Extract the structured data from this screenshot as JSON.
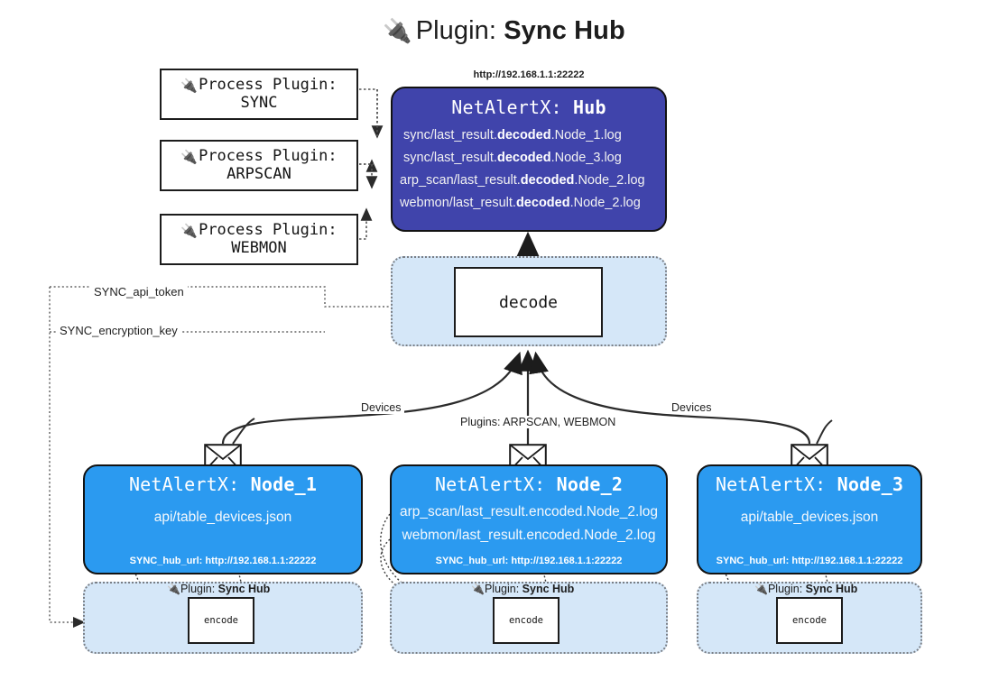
{
  "header": {
    "icon": "plug-icon",
    "prefix": "Plugin:",
    "name": "Sync Hub"
  },
  "process_plugins": [
    {
      "icon": "plug-icon",
      "caption": "Process Plugin:",
      "name": "SYNC"
    },
    {
      "icon": "plug-icon",
      "caption": "Process Plugin:",
      "name": "ARPSCAN"
    },
    {
      "icon": "plug-icon",
      "caption": "Process Plugin:",
      "name": "WEBMON"
    }
  ],
  "hub": {
    "url": "http://192.168.1.1:22222",
    "app": "NetAlertX:",
    "role": "Hub",
    "color": "#4044ab",
    "logs": [
      {
        "pre": "sync/last_result.",
        "em": "decoded",
        "post": ".Node_1.log"
      },
      {
        "pre": "sync/last_result.",
        "em": "decoded",
        "post": ".Node_3.log"
      },
      {
        "pre": "arp_scan/last_result.",
        "em": "decoded",
        "post": ".Node_2.log"
      },
      {
        "pre": "webmon/last_result.",
        "em": "decoded",
        "post": ".Node_2.log"
      }
    ]
  },
  "decode": {
    "label": "decode",
    "container_color": "#d5e7f8"
  },
  "keys": [
    {
      "label": "SYNC_api_token"
    },
    {
      "label": "SYNC_encryption_key"
    }
  ],
  "edge_labels": {
    "left_devices": "Devices",
    "right_devices": "Devices",
    "center_plugins": "Plugins: ARPSCAN, WEBMON"
  },
  "nodes": [
    {
      "app": "NetAlertX:",
      "name": "Node_1",
      "color": "#2b9af0",
      "lines": [
        "api/table_devices.json"
      ],
      "hub_url_key": "SYNC_hub_url:",
      "hub_url": "http://192.168.1.1:22222",
      "icon": "envelope-icon"
    },
    {
      "app": "NetAlertX:",
      "name": "Node_2",
      "color": "#2b9af0",
      "lines": [
        "arp_scan/last_result.encoded.Node_2.log",
        "webmon/last_result.encoded.Node_2.log"
      ],
      "hub_url_key": "SYNC_hub_url:",
      "hub_url": "http://192.168.1.1:22222",
      "icon": "envelope-icon"
    },
    {
      "app": "NetAlertX:",
      "name": "Node_3",
      "color": "#2b9af0",
      "lines": [
        "api/table_devices.json"
      ],
      "hub_url_key": "SYNC_hub_url:",
      "hub_url": "http://192.168.1.1:22222",
      "icon": "envelope-icon"
    }
  ],
  "encoders": [
    {
      "icon": "plug-icon",
      "prefix": "Plugin:",
      "name": "Sync Hub",
      "box_label": "encode"
    },
    {
      "icon": "plug-icon",
      "prefix": "Plugin:",
      "name": "Sync Hub",
      "box_label": "encode"
    },
    {
      "icon": "plug-icon",
      "prefix": "Plugin:",
      "name": "Sync Hub",
      "box_label": "encode"
    }
  ]
}
